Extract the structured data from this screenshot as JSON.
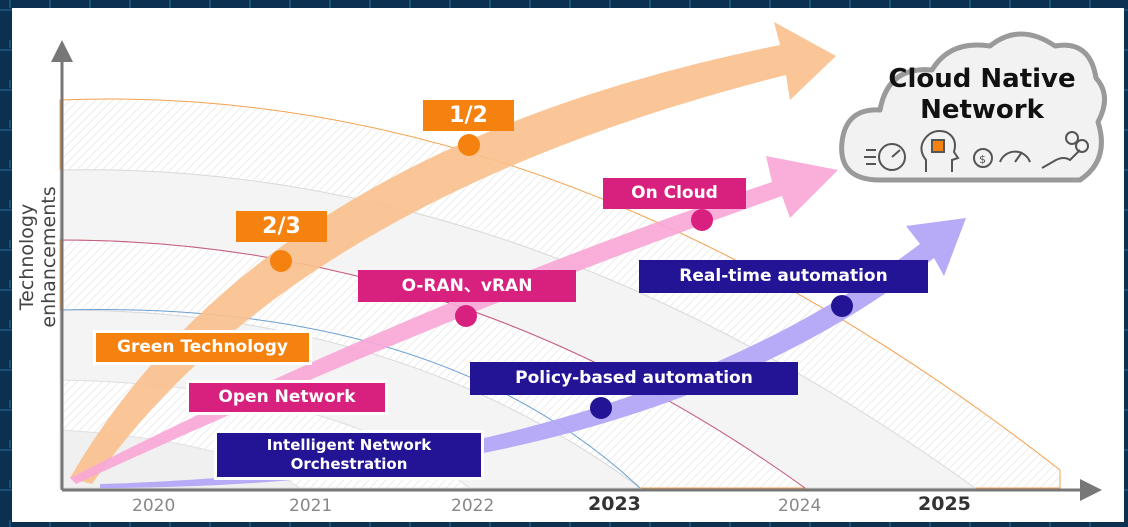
{
  "y_axis_label": "Technology enhancements",
  "years": [
    "2020",
    "2021",
    "2022",
    "2023",
    "2024",
    "2025"
  ],
  "cloud": {
    "line1": "Cloud Native",
    "line2": "Network",
    "icons": [
      "speed-gauge-icon",
      "ai-chip-head-icon",
      "cost-gauge-icon",
      "hand-link-icon"
    ]
  },
  "tracks": {
    "green": {
      "label": "Green Technology",
      "milestone_1": "2/3",
      "milestone_2": "1/2",
      "color": "#f5820f"
    },
    "open": {
      "label": "Open Network",
      "milestone_1": "O-RAN、vRAN",
      "milestone_2": "On Cloud",
      "color": "#d8207f"
    },
    "automation": {
      "label_line1": "Intelligent Network",
      "label_line2": "Orchestration",
      "milestone_1": "Policy-based automation",
      "milestone_2": "Real-time automation",
      "color": "#231496"
    }
  }
}
